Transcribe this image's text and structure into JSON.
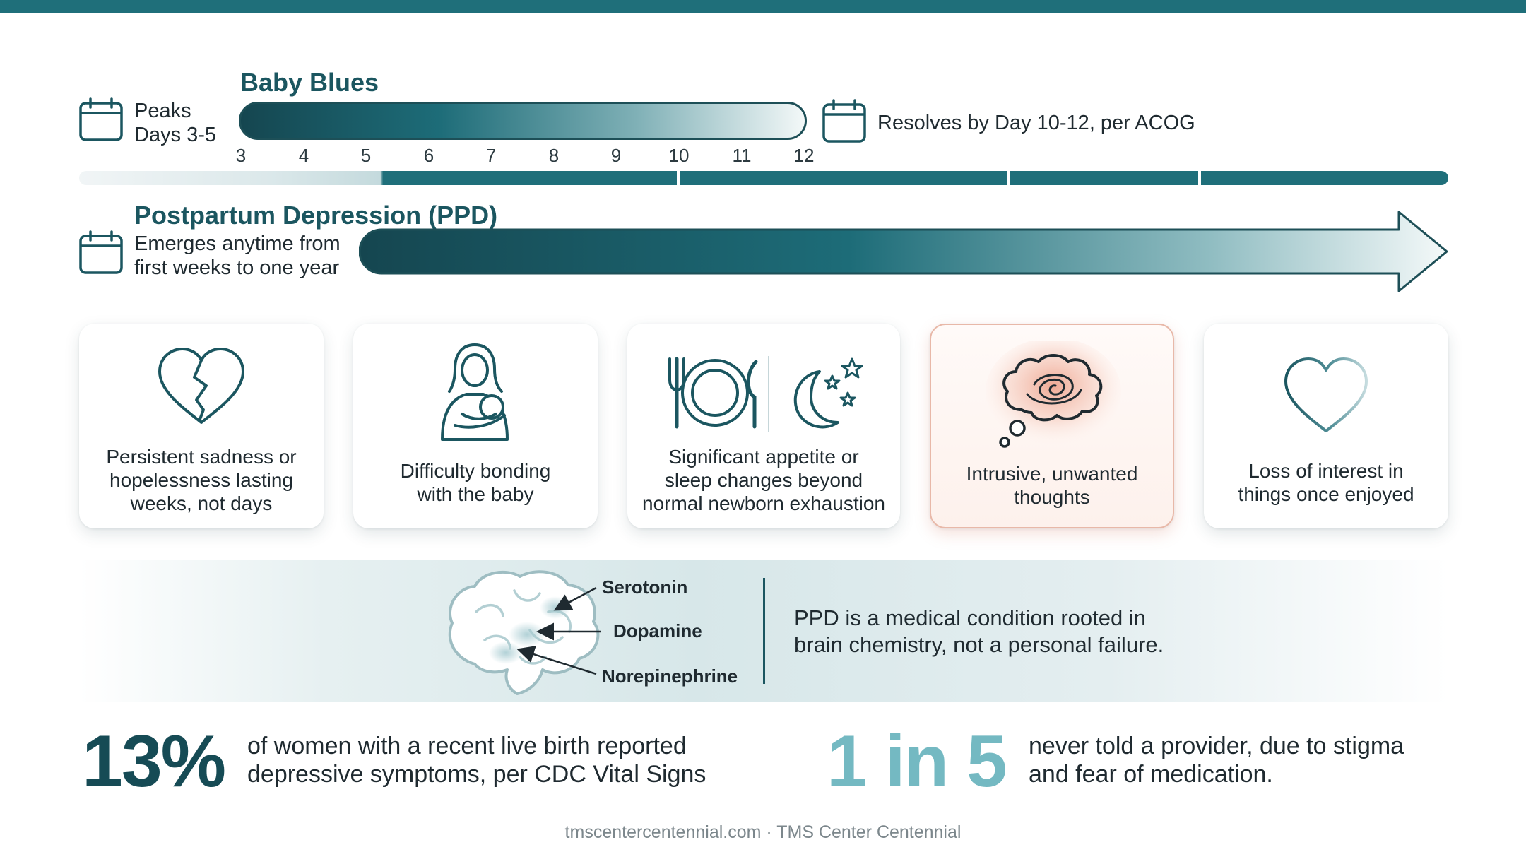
{
  "timeline": {
    "baby_blues_title": "Baby Blues",
    "peaks_line1": "Peaks",
    "peaks_line2": "Days 3-5",
    "resolves_text": "Resolves by Day 10-12, per ACOG",
    "ticks": [
      "3",
      "4",
      "5",
      "6",
      "7",
      "8",
      "9",
      "10",
      "11",
      "12"
    ],
    "ppd_title": "Postpartum Depression (PPD)",
    "emerges_line1": "Emerges anytime from",
    "emerges_line2": "first weeks to one year"
  },
  "symptoms": [
    {
      "icon": "broken-heart-icon",
      "lines": [
        "Persistent sadness or",
        "hopelessness lasting",
        "weeks, not days"
      ]
    },
    {
      "icon": "mother-holding-baby-icon",
      "lines": [
        "Difficulty bonding",
        "with the baby"
      ]
    },
    {
      "icon": "utensils-plate-moon-stars-icon",
      "lines": [
        "Significant appetite or",
        "sleep changes beyond",
        "normal newborn exhaustion"
      ]
    },
    {
      "icon": "tangled-thought-bubble-icon",
      "lines": [
        "Intrusive, unwanted",
        "thoughts"
      ],
      "highlighted": true
    },
    {
      "icon": "heart-outline-icon",
      "lines": [
        "Loss of interest in",
        "things once enjoyed"
      ]
    }
  ],
  "brain": {
    "icon": "brain-icon",
    "neurotransmitters": [
      "Serotonin",
      "Dopamine",
      "Norepinephrine"
    ],
    "quote_line1": "PPD is a medical condition rooted in",
    "quote_line2": "brain chemistry, not a personal failure."
  },
  "stats": [
    {
      "value": "13%",
      "line1": "of women with a recent live birth reported",
      "line2": "depressive symptoms, per CDC Vital Signs"
    },
    {
      "value": "1 in 5",
      "line1": "never told a provider, due to stigma",
      "line2": "and fear of medication."
    }
  ],
  "footer": "tmscentercentennial.com · TMS Center Centennial",
  "colors": {
    "primary": "#1f6f7a",
    "dark": "#164b55",
    "light_accent": "#74b9c2",
    "highlight": "#e8b8a8"
  }
}
